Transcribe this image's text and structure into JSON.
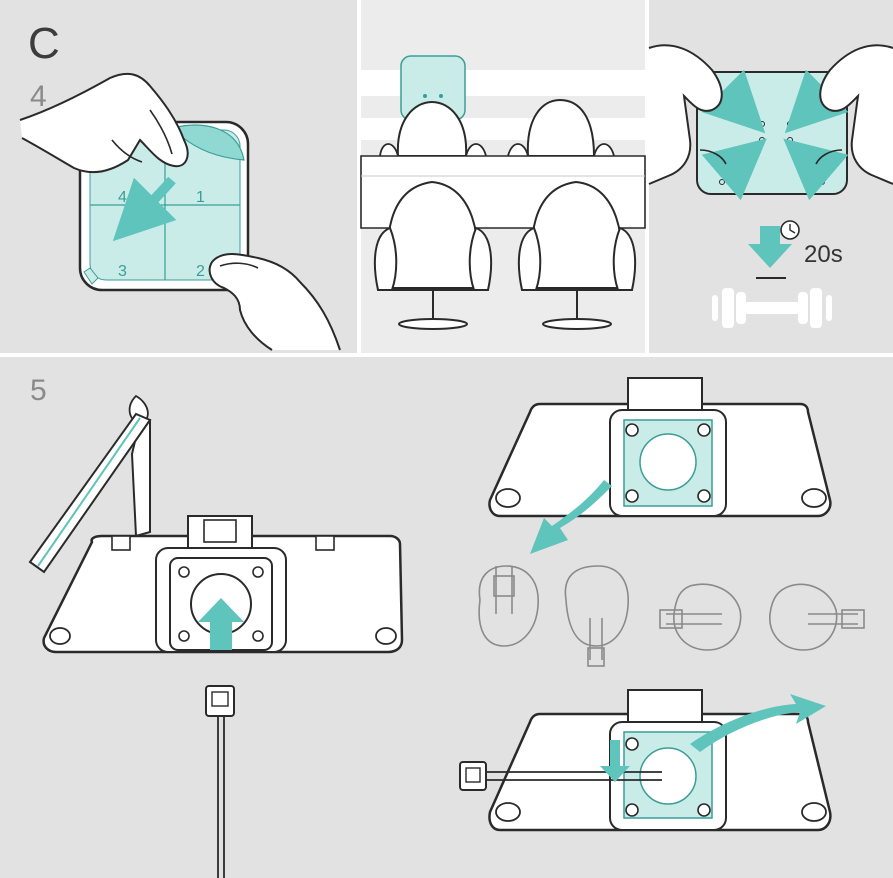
{
  "section_letter": "C",
  "step_4": {
    "number": "4",
    "quadrants": [
      "1",
      "2",
      "3",
      "4"
    ]
  },
  "step_4c": {
    "duration": "20s"
  },
  "step_5": {
    "number": "5"
  },
  "colors": {
    "panel_bg": "#e2e2e2",
    "accent_teal": "#5ec4bc",
    "pad_fill": "#c9ece8",
    "line": "#2a2a2a"
  },
  "icons": [
    "hand-icon",
    "clock-icon",
    "weight-icon",
    "arrow-icon",
    "cable-connector-icon",
    "chair-icon"
  ]
}
